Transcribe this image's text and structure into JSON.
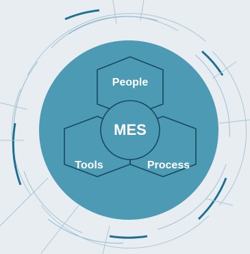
{
  "diagram": {
    "center_label": "MES",
    "segments": {
      "top": "People",
      "left": "Tools",
      "right": "Process"
    }
  },
  "colors": {
    "background": "#e8edf1",
    "disc": "#4d9ab5",
    "outline": "#164a5f",
    "label": "#ffffff",
    "arc_light": "#8fb8cc",
    "arc_dark": "#1f6f93"
  }
}
